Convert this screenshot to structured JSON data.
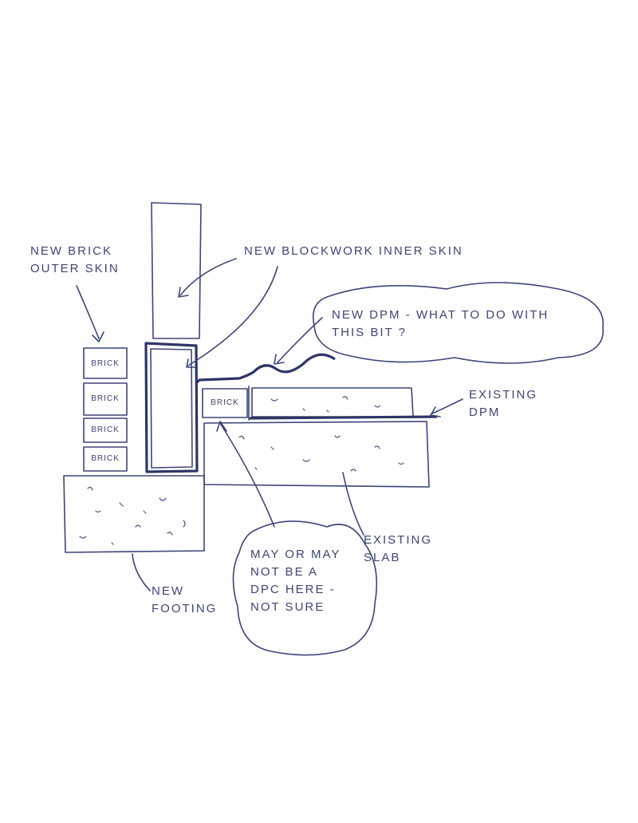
{
  "labels": {
    "new_brick": "NEW BRICK\nOUTER SKIN",
    "new_blockwork": "NEW BLOCKWORK INNER SKIN",
    "new_dpm": "NEW DPM - WHAT TO DO WITH\nTHIS BIT ?",
    "existing_dpm": "EXISTING\nDPM",
    "existing_slab": "EXISTING\nSLAB",
    "new_footing": "NEW\nFOOTING",
    "dpc_note": "MAY OR MAY\nNOT BE A\nDPC HERE -\nNOT SURE"
  },
  "bricks": [
    "BRICK",
    "BRICK",
    "BRICK",
    "BRICK",
    "BRICK"
  ],
  "colors": {
    "ink": "#3d4577",
    "paper": "#ffffff"
  }
}
